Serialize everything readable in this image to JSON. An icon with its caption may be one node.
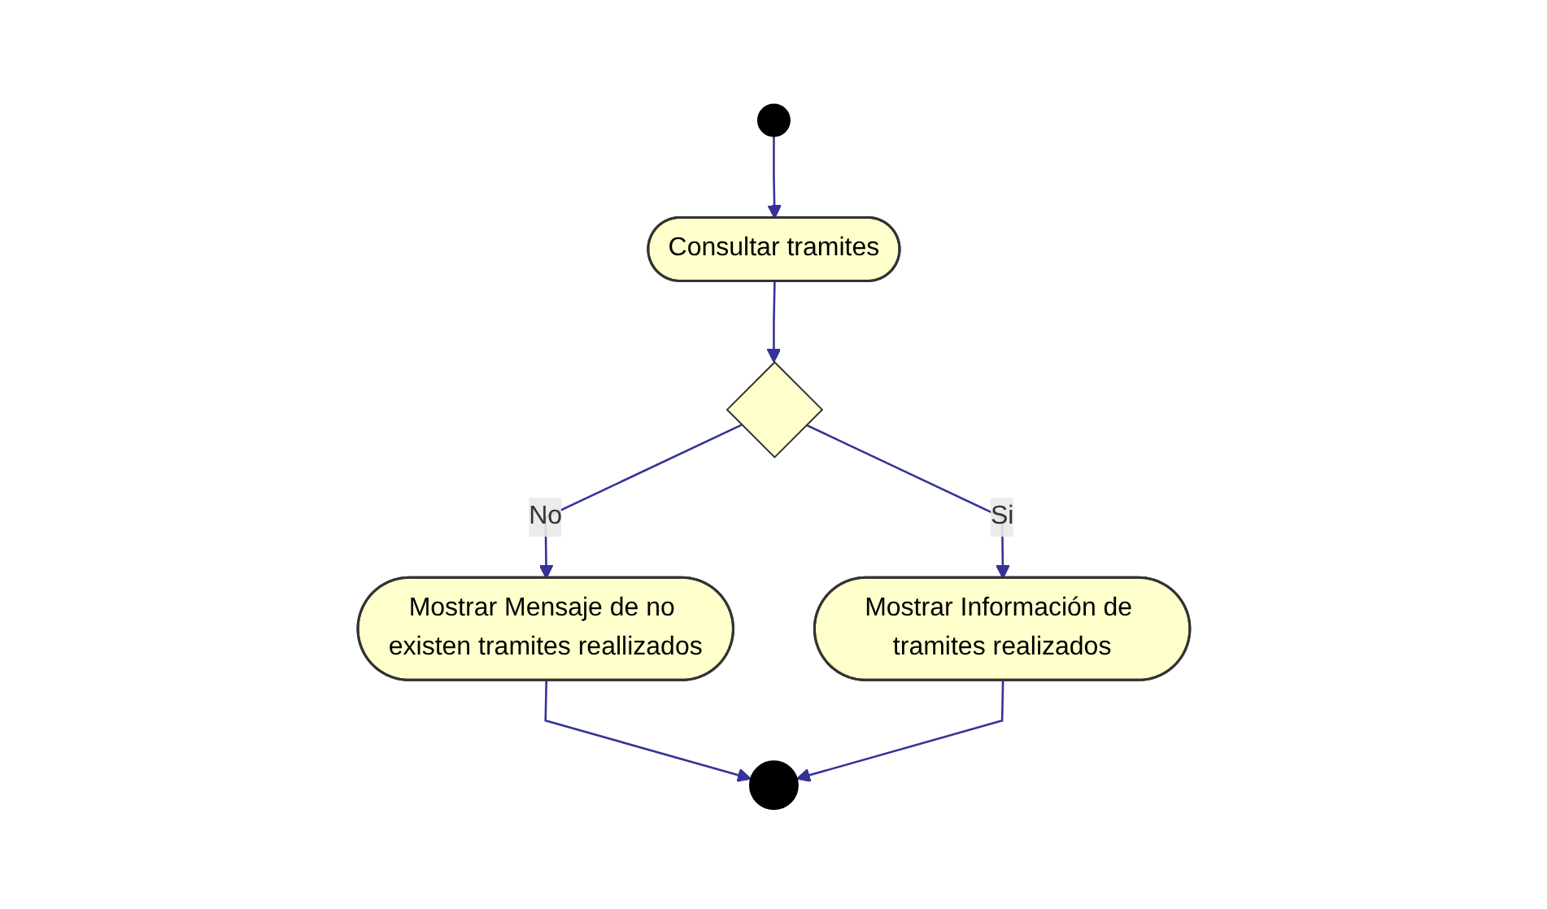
{
  "diagram": {
    "nodes": [
      {
        "text": [],
        "shape": "circle"
      },
      {
        "text": [
          "Consultar tramites"
        ]
      },
      {
        "text": [],
        "shape": "diamond"
      },
      {
        "text": [
          "Mostrar Información de tramites realizados"
        ]
      },
      {
        "text": [
          "Mostrar Mensaje de no existen tramites reallizados"
        ]
      },
      {
        "text": [],
        "shape": "circle"
      }
    ],
    "edges": [
      {
        "from": 0,
        "to": 1,
        "arrow": "to"
      },
      {
        "from": 1,
        "to": 2,
        "arrow": "to"
      },
      {
        "from": 2,
        "to": 3,
        "label": "Si",
        "arrow": "to"
      },
      {
        "from": 2,
        "to": 4,
        "label": "No",
        "arrow": "to"
      },
      {
        "from": 4,
        "to": 5,
        "arrow": "to"
      },
      {
        "from": 3,
        "to": 5,
        "arrow": "to"
      }
    ]
  }
}
